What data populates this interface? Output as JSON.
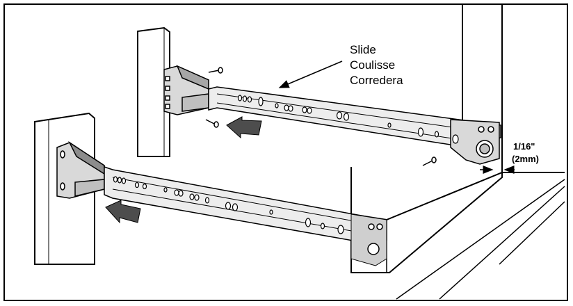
{
  "labels": {
    "slide_en": "Slide",
    "slide_fr": "Coulisse",
    "slide_es": "Corredera",
    "gap_fraction": "1/16\"",
    "gap_metric": "(2mm)"
  },
  "colors": {
    "ink": "#000000",
    "paper": "#ffffff",
    "shade_light": "#d9d9d9",
    "shade_mid": "#a6a6a6",
    "arrow_fill": "#4d4d4d"
  }
}
